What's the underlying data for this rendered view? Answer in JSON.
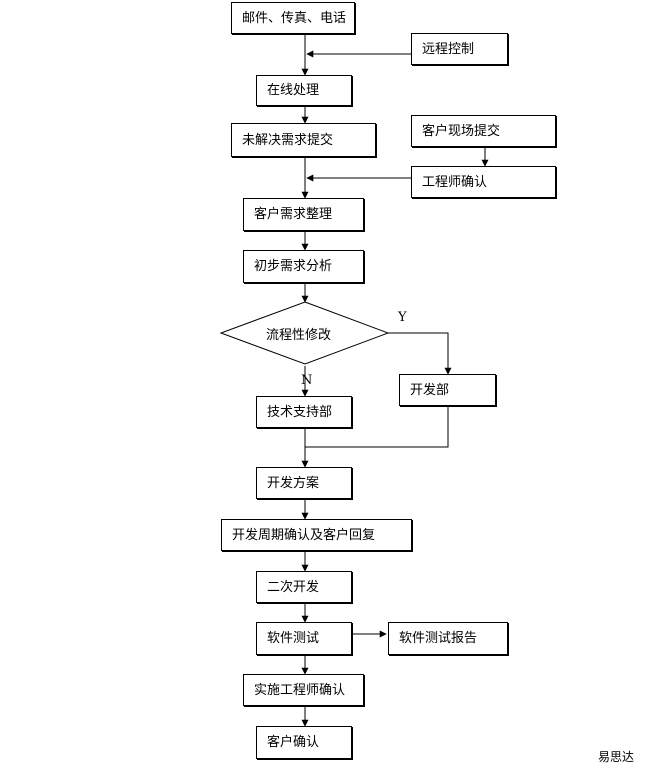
{
  "flowchart": {
    "nodes": {
      "mail": "邮件、传真、电话",
      "remote": "远程控制",
      "online": "在线处理",
      "unsolved": "未解决需求提交",
      "onsite": "客户现场提交",
      "engineer_confirm": "工程师确认",
      "organize": "客户需求整理",
      "analysis": "初步需求分析",
      "decision": "流程性修改",
      "dev_dept": "开发部",
      "tech_support": "技术支持部",
      "dev_plan": "开发方案",
      "cycle_confirm": "开发周期确认及客户回复",
      "secondary_dev": "二次开发",
      "testing": "软件测试",
      "test_report": "软件测试报告",
      "impl_confirm": "实施工程师确认",
      "customer_confirm": "客户确认"
    },
    "branch_yes": "Y",
    "branch_no": "N"
  },
  "footer": {
    "company": "易思达"
  }
}
